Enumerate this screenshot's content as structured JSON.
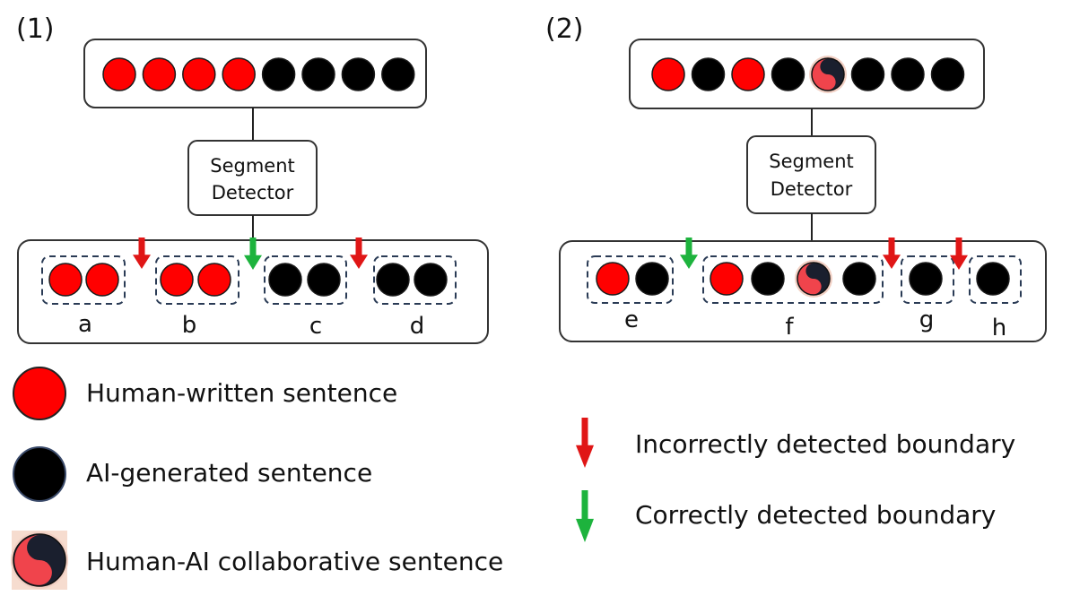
{
  "colors": {
    "human": "#ff0000",
    "ai": "#000000",
    "correct": "#1db33d",
    "incorrect": "#e01616"
  },
  "panel1": {
    "label": "(1)",
    "input_sequence": [
      "human",
      "human",
      "human",
      "human",
      "ai",
      "ai",
      "ai",
      "ai"
    ],
    "detector_line1": "Segment",
    "detector_line2": "Detector",
    "groups": [
      {
        "label": "a",
        "items": [
          "human",
          "human"
        ]
      },
      {
        "label": "b",
        "items": [
          "human",
          "human"
        ]
      },
      {
        "label": "c",
        "items": [
          "ai",
          "ai"
        ]
      },
      {
        "label": "d",
        "items": [
          "ai",
          "ai"
        ]
      }
    ],
    "boundaries": [
      "incorrect",
      "correct",
      "incorrect"
    ]
  },
  "panel2": {
    "label": "(2)",
    "input_sequence": [
      "human",
      "ai",
      "human",
      "ai",
      "collab",
      "ai",
      "ai",
      "ai"
    ],
    "detector_line1": "Segment",
    "detector_line2": "Detector",
    "groups": [
      {
        "label": "e",
        "items": [
          "human",
          "ai"
        ]
      },
      {
        "label": "f",
        "items": [
          "human",
          "ai",
          "collab",
          "ai"
        ]
      },
      {
        "label": "g",
        "items": [
          "ai"
        ]
      },
      {
        "label": "h",
        "items": [
          "ai"
        ]
      }
    ],
    "boundaries": [
      "correct",
      "incorrect",
      "incorrect"
    ]
  },
  "legend": {
    "human": "Human-written sentence",
    "ai": "AI-generated sentence",
    "collab": "Human-AI collaborative sentence",
    "incorrect": "Incorrectly detected boundary",
    "correct": "Correctly detected boundary"
  }
}
